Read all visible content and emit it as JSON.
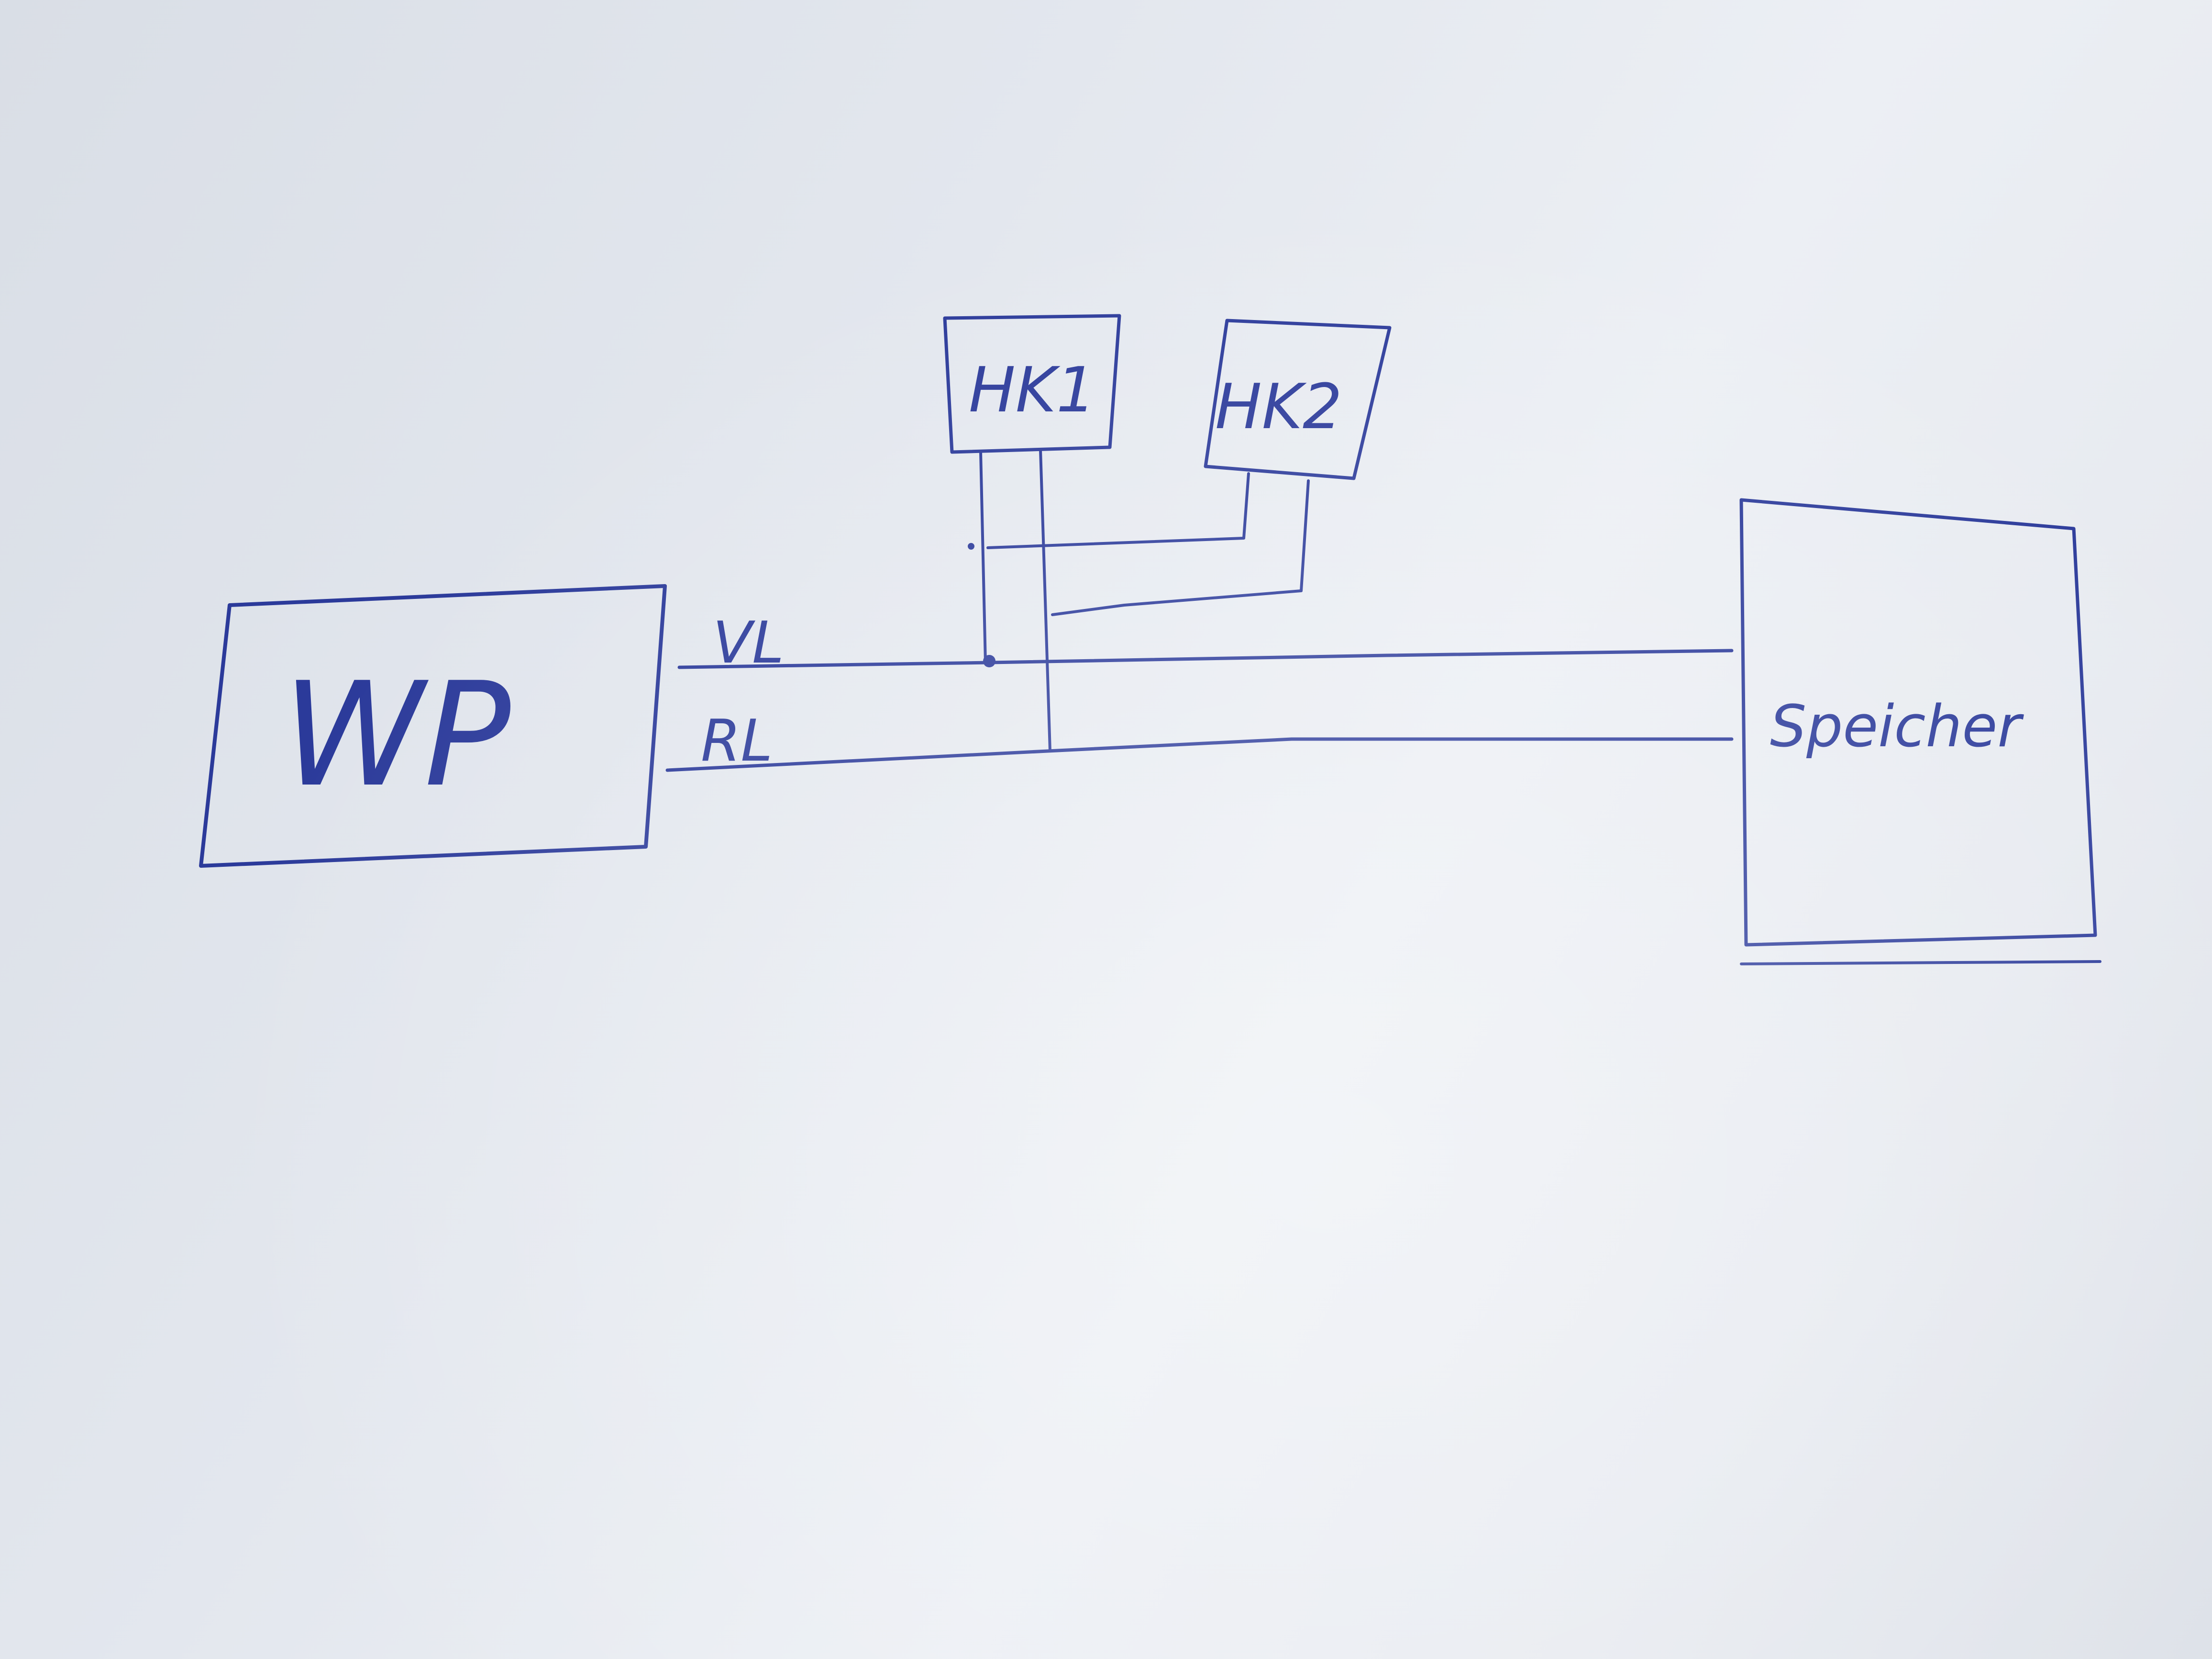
{
  "diagram": {
    "ink_color": "#2b3a9a",
    "paper_color": "#e3e7ee",
    "nodes": {
      "wp": {
        "label": "WP"
      },
      "hk1": {
        "label": "HK1"
      },
      "hk2": {
        "label": "HK2"
      },
      "speicher": {
        "label": "Speicher"
      }
    },
    "pipes": {
      "vl": {
        "label": "VL"
      },
      "rl": {
        "label": "RL"
      }
    }
  }
}
